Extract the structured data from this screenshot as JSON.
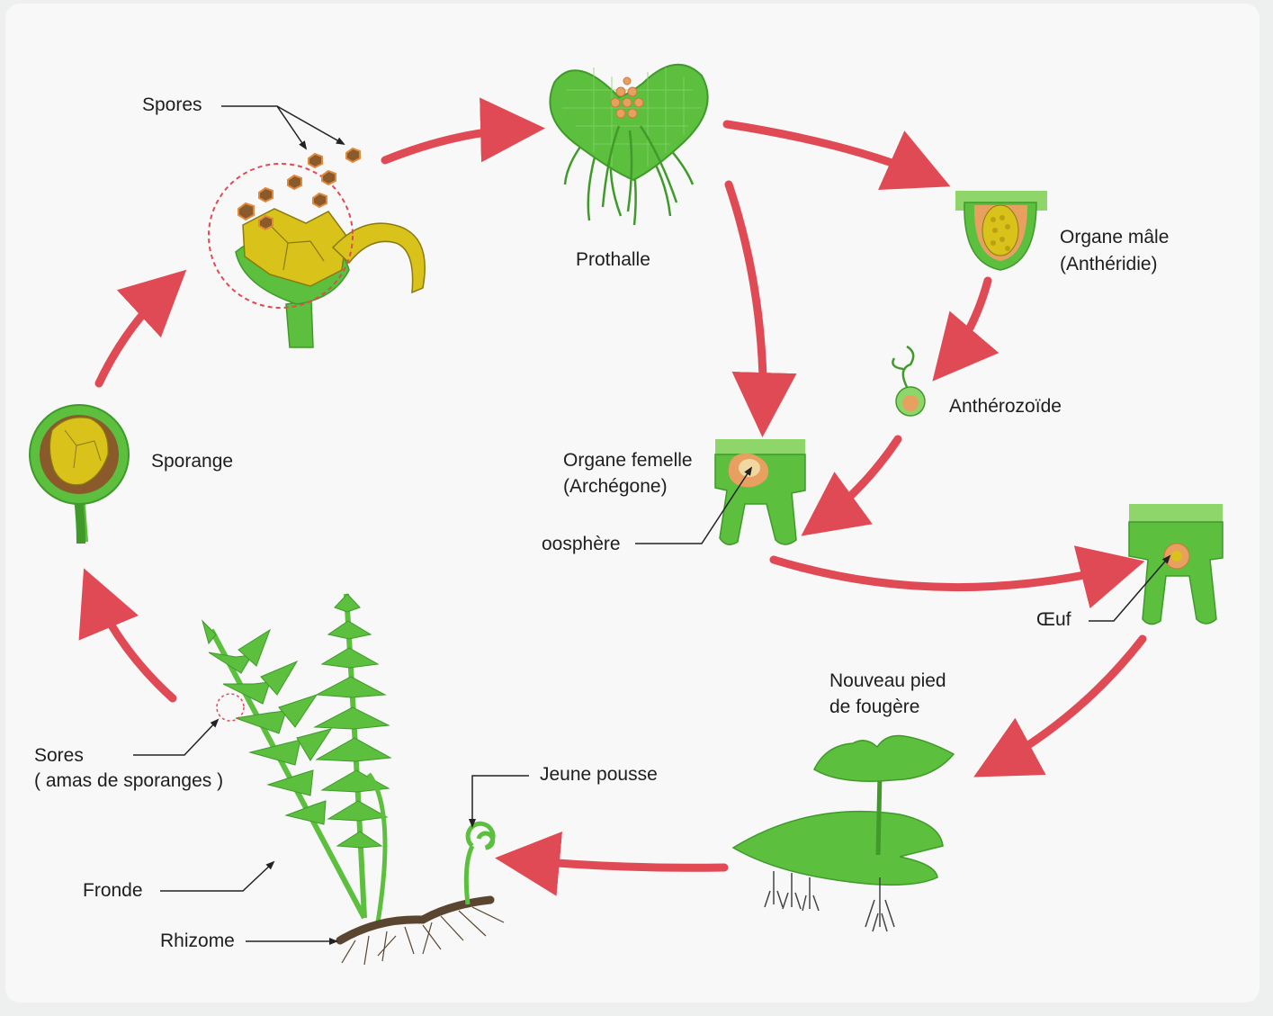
{
  "labels": {
    "spores": "Spores",
    "prothalle": "Prothalle",
    "organe_male_1": "Organe mâle",
    "organe_male_2": "(Anthéridie)",
    "antherozoide": "Anthérozoïde",
    "organe_femelle_1": "Organe femelle",
    "organe_femelle_2": "(Archégone)",
    "oosphere": "oosphère",
    "oeuf": "Œuf",
    "nouveau_pied_1": "Nouveau pied",
    "nouveau_pied_2": "de fougère",
    "sporange": "Sporange",
    "sores_1": "Sores",
    "sores_2": "( amas de sporanges )",
    "jeune_pousse": "Jeune pousse",
    "fronde": "Fronde",
    "rhizome": "Rhizome"
  },
  "colors": {
    "cycle_arrow": "#e04a55",
    "leaf_green": "#5cbf3e",
    "light_green": "#8fd66a",
    "spore_yellow": "#d9c21a",
    "spore_brown": "#8a5a2a",
    "cell_orange": "#e8a060",
    "rhizome_brown": "#5a4630",
    "pointer": "#222222"
  }
}
